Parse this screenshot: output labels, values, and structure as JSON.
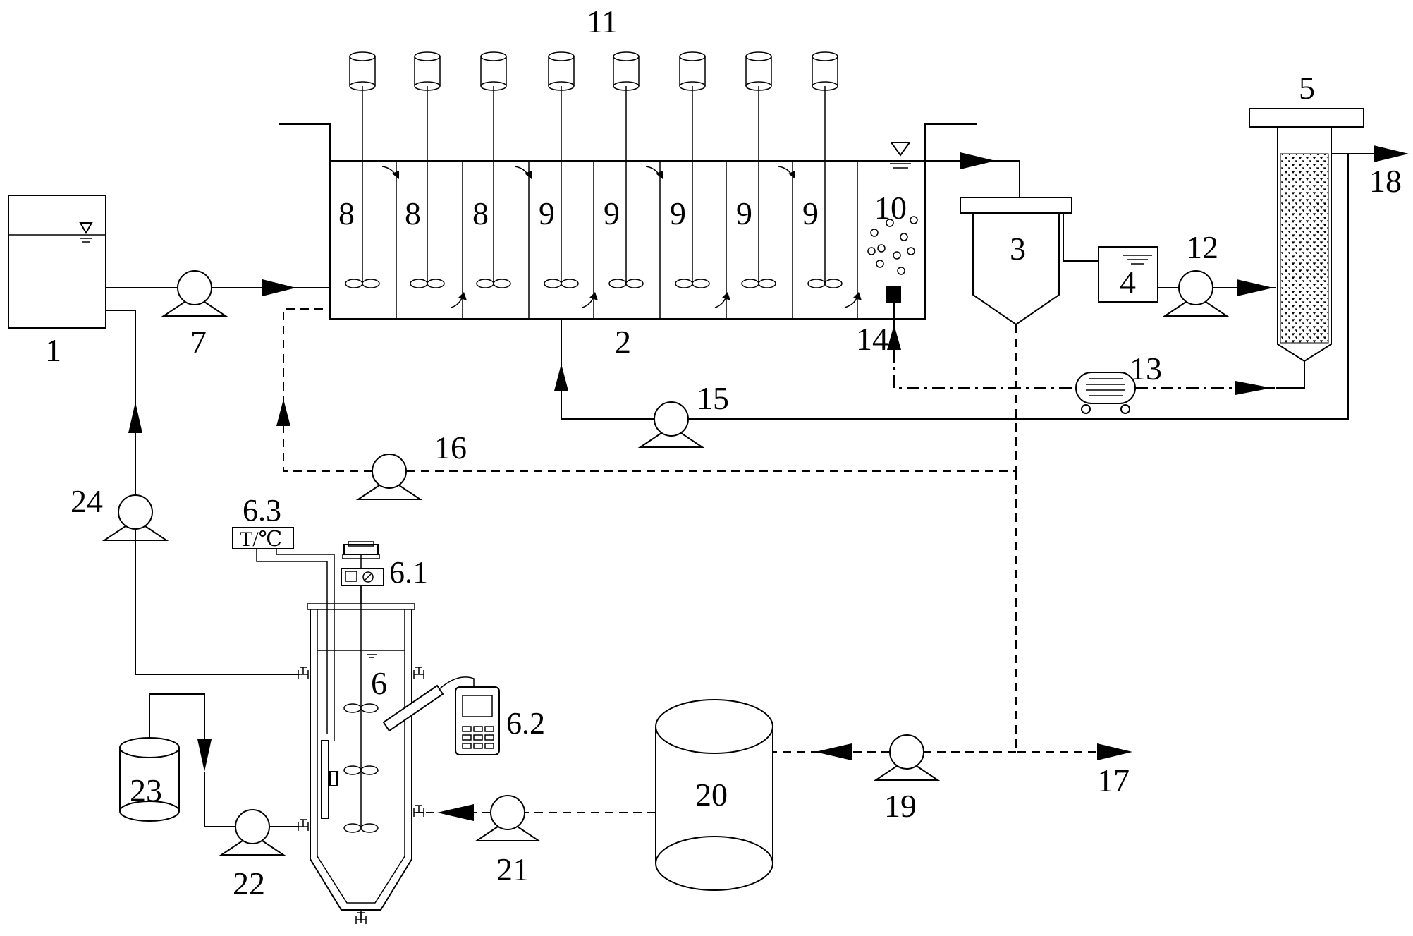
{
  "labels": {
    "feed_tank": "1",
    "bioreactor": "2",
    "settler": "3",
    "intermediate_tank": "4",
    "column": "5",
    "fermenter": "6",
    "motor": "6.1",
    "meter": "6.2",
    "thermometer_box": "6.3",
    "thermometer_text": "T/℃",
    "pump_feed": "7",
    "compartment_a": "8",
    "compartment_b": "9",
    "compartment_aerated": "10",
    "stirrers": "11",
    "pump_column": "12",
    "blower": "13",
    "aerator": "14",
    "pump_recycle": "15",
    "pump_sludge_return": "16",
    "waste_sludge": "17",
    "effluent": "18",
    "pump_sludge": "19",
    "sludge_tank": "20",
    "pump_fermenter_feed": "21",
    "pump_dosing": "22",
    "dosing_tank": "23",
    "pump_fermentate": "24"
  }
}
